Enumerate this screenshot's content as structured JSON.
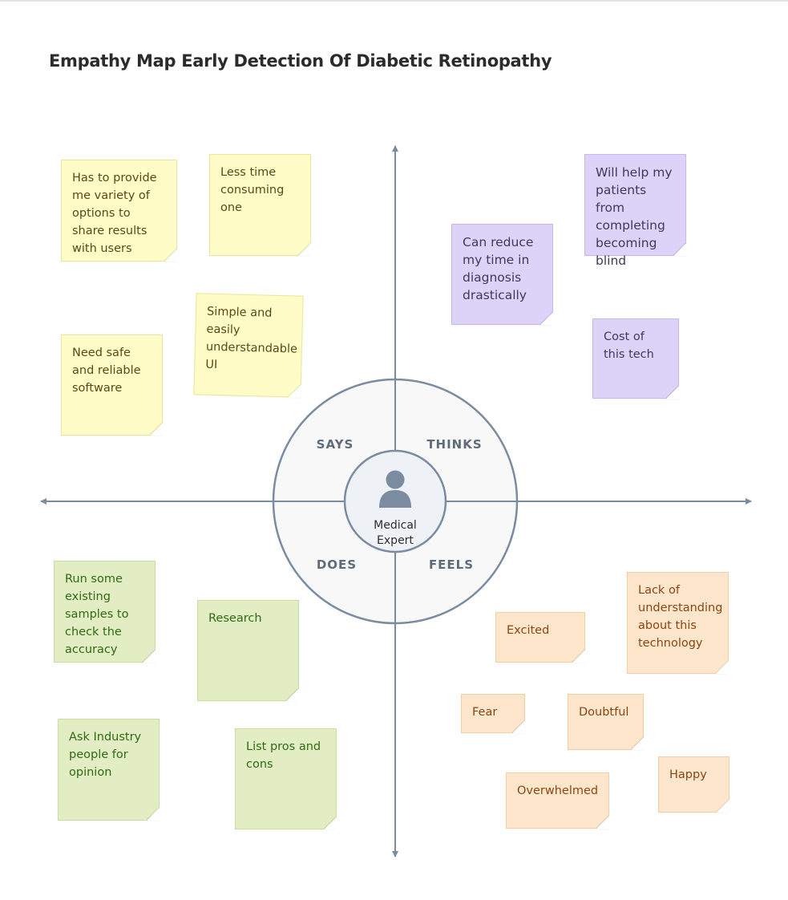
{
  "title": "Empathy Map Early Detection Of Diabetic Retinopathy",
  "center": {
    "name": "Medical Expert",
    "icon": "user-icon"
  },
  "quadrant_labels": {
    "says": "SAYS",
    "thinks": "THINKS",
    "does": "DOES",
    "feels": "FEELS"
  },
  "colors": {
    "axis": "#7b8ba0",
    "says": "#fffcc7",
    "thinks": "#ddd3f8",
    "does": "#e2edc3",
    "feels": "#fde6cb"
  },
  "notes": {
    "says": [
      "Has to provide me variety of options to share results with users",
      "Less time consuming one",
      "Simple and easily understandable UI",
      "Need safe and reliable software"
    ],
    "thinks": [
      "Will help my patients from completing becoming blind",
      "Can reduce my time in diagnosis drastically",
      "Cost of this tech"
    ],
    "does": [
      "Run some existing samples to check the accuracy",
      "Research",
      "Ask Industry people for opinion",
      "List pros and cons"
    ],
    "feels": [
      "Lack of understanding about this technology",
      "Excited",
      "Fear",
      "Doubtful",
      "Happy",
      "Overwhelmed"
    ]
  }
}
